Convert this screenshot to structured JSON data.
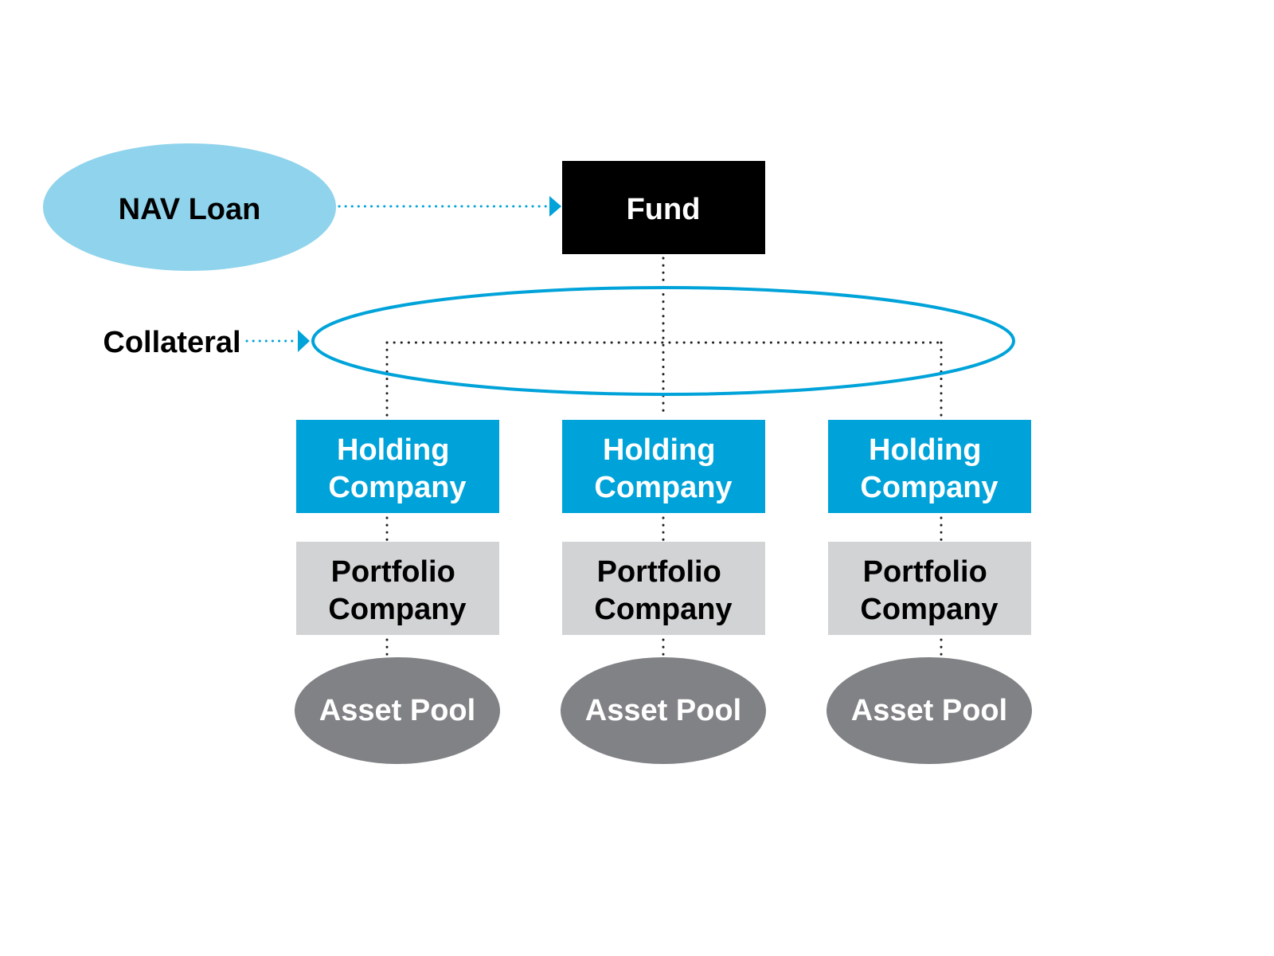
{
  "colors": {
    "accent_blue": "#00a3d9",
    "light_blue": "#8fd3ec",
    "fund_black": "#000000",
    "portfolio_grey": "#d1d3d4",
    "asset_grey": "#808285",
    "connector": "#231f20"
  },
  "nav_loan": {
    "label": "NAV Loan"
  },
  "fund": {
    "label": "Fund"
  },
  "collateral": {
    "label": "Collateral"
  },
  "columns": [
    {
      "holding": [
        "Holding",
        "Company"
      ],
      "portfolio": [
        "Portfolio",
        "Company"
      ],
      "asset": "Asset Pool"
    },
    {
      "holding": [
        "Holding",
        "Company"
      ],
      "portfolio": [
        "Portfolio",
        "Company"
      ],
      "asset": "Asset Pool"
    },
    {
      "holding": [
        "Holding",
        "Company"
      ],
      "portfolio": [
        "Portfolio",
        "Company"
      ],
      "asset": "Asset Pool"
    }
  ]
}
